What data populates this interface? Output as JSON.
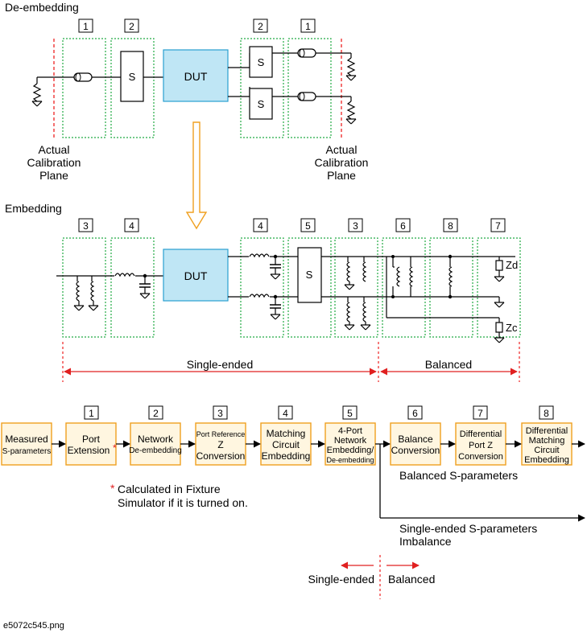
{
  "sections": {
    "deembedding": "De-embedding",
    "embedding": "Embedding"
  },
  "calibration": {
    "left": [
      "Actual",
      "Calibration",
      "Plane"
    ],
    "right": [
      "Actual",
      "Calibration",
      "Plane"
    ]
  },
  "components": {
    "dut": "DUT",
    "s": "S",
    "zd": "Zd",
    "zc": "Zc"
  },
  "step_numbers": {
    "n1": "1",
    "n2": "2",
    "n3": "3",
    "n4": "4",
    "n5": "5",
    "n6": "6",
    "n7": "7",
    "n8": "8"
  },
  "ranges": {
    "single_ended": "Single-ended",
    "balanced": "Balanced"
  },
  "flow": {
    "measured": [
      "Measured",
      "S-parameters"
    ],
    "step1": [
      "Port",
      "Extension"
    ],
    "step2": [
      "Network",
      "De-embedding"
    ],
    "step3": [
      "Port Reference",
      "Z",
      "Conversion"
    ],
    "step4": [
      "Matching",
      "Circuit",
      "Embedding"
    ],
    "step5": [
      "4-Port",
      "Network",
      "Embedding/",
      "De-embedding"
    ],
    "step6": [
      "Balance",
      "Conversion"
    ],
    "step7": [
      "Differential",
      "Port Z",
      "Conversion"
    ],
    "step8": [
      "Differential",
      "Matching",
      "Circuit",
      "Embedding"
    ],
    "asterisk": "*",
    "balanced_output": "Balanced S-parameters",
    "single_output": [
      "Single-ended S-parameters",
      "Imbalance"
    ]
  },
  "footnote": [
    "Calculated in Fixture",
    "Simulator if it is turned on."
  ],
  "legend": {
    "single_ended": "Single-ended",
    "balanced": "Balanced"
  },
  "filename": "e5072c545.png",
  "colors": {
    "green_dotted": "#22aa44",
    "red_dashed": "#ee2222",
    "dut_fill": "#bfe6f5",
    "dut_stroke": "#2a9fd0",
    "orange_box": "#f0a020",
    "orange_fill": "#fff6e0",
    "arrow_orange": "#f0a020"
  }
}
